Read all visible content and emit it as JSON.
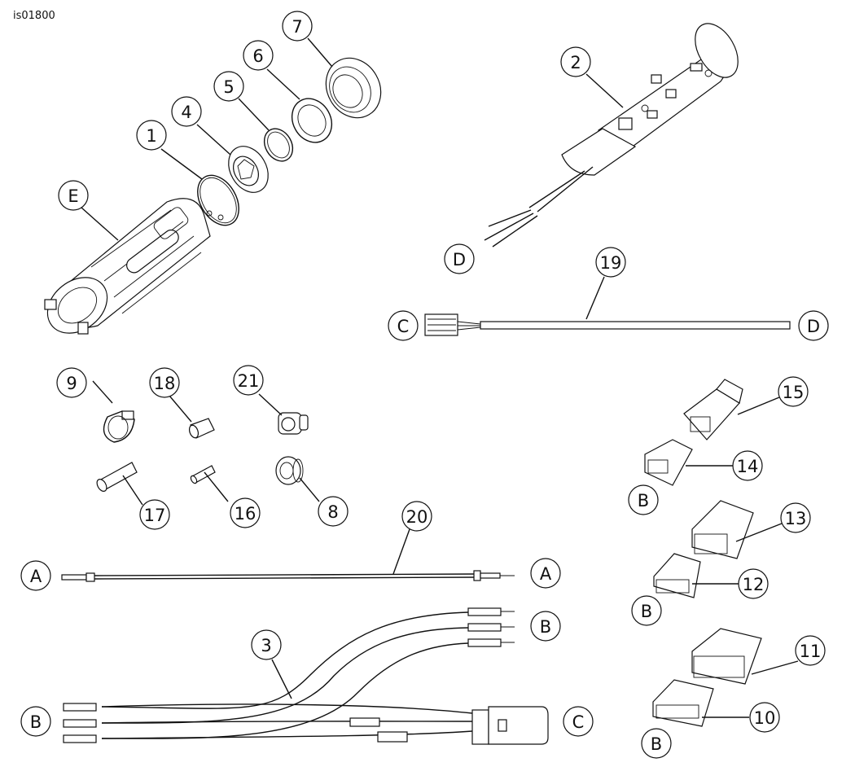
{
  "figure_id": "is01800",
  "callouts": {
    "c1": "1",
    "c2": "2",
    "c3": "3",
    "c4": "4",
    "c5": "5",
    "c6": "6",
    "c7": "7",
    "c8": "8",
    "c9": "9",
    "c10": "10",
    "c11": "11",
    "c12": "12",
    "c13": "13",
    "c14": "14",
    "c15": "15",
    "c16": "16",
    "c17": "17",
    "c18": "18",
    "c19": "19",
    "c20": "20",
    "c21": "21"
  },
  "connection_letters": {
    "A": "A",
    "B": "B",
    "C": "C",
    "D": "D",
    "E": "E"
  }
}
